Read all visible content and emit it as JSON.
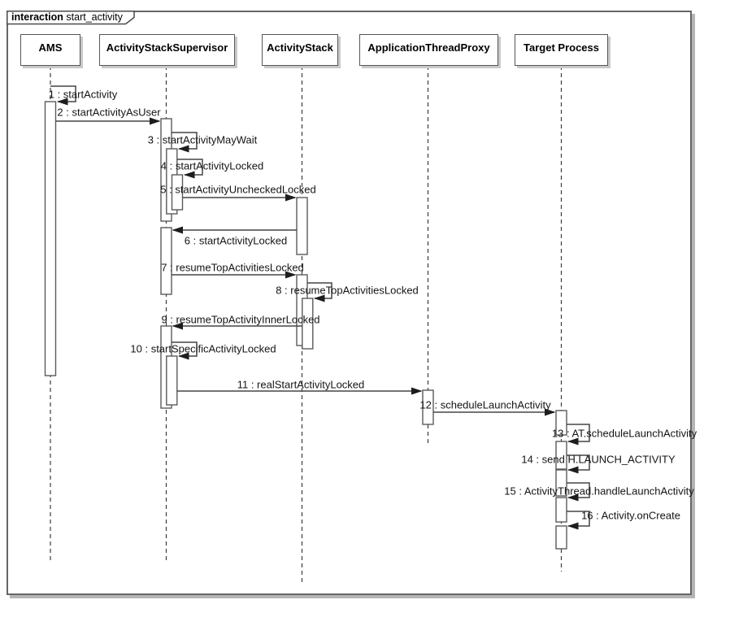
{
  "frame": {
    "keyword": "interaction",
    "name": "start_activity"
  },
  "lifelines": [
    {
      "name": "AMS"
    },
    {
      "name": "ActivityStackSupervisor"
    },
    {
      "name": "ActivityStack"
    },
    {
      "name": "ApplicationThreadProxy"
    },
    {
      "name": "Target Process"
    }
  ],
  "messages": [
    {
      "label": "1 : startActivity",
      "from": "AMS",
      "to": "AMS",
      "kind": "self"
    },
    {
      "label": "2 : startActivityAsUser",
      "from": "AMS",
      "to": "ActivityStackSupervisor",
      "kind": "call"
    },
    {
      "label": "3 : startActivityMayWait",
      "from": "ActivityStackSupervisor",
      "to": "ActivityStackSupervisor",
      "kind": "self"
    },
    {
      "label": "4 : startActivityLocked",
      "from": "ActivityStackSupervisor",
      "to": "ActivityStackSupervisor",
      "kind": "self"
    },
    {
      "label": "5 : startActivityUncheckedLocked",
      "from": "ActivityStackSupervisor",
      "to": "ActivityStack",
      "kind": "call"
    },
    {
      "label": "6 : startActivityLocked",
      "from": "ActivityStack",
      "to": "ActivityStackSupervisor",
      "kind": "call"
    },
    {
      "label": "7 : resumeTopActivitiesLocked",
      "from": "ActivityStackSupervisor",
      "to": "ActivityStack",
      "kind": "call"
    },
    {
      "label": "8 : resumeTopActivitiesLocked",
      "from": "ActivityStack",
      "to": "ActivityStack",
      "kind": "self"
    },
    {
      "label": "9 : resumeTopActivityInnerLocked",
      "from": "ActivityStack",
      "to": "ActivityStackSupervisor",
      "kind": "call"
    },
    {
      "label": "10 : startSpecificActivityLocked",
      "from": "ActivityStackSupervisor",
      "to": "ActivityStackSupervisor",
      "kind": "self"
    },
    {
      "label": "11 : realStartActivityLocked",
      "from": "ActivityStackSupervisor",
      "to": "ApplicationThreadProxy",
      "kind": "call"
    },
    {
      "label": "12 : scheduleLaunchActivity",
      "from": "ApplicationThreadProxy",
      "to": "Target Process",
      "kind": "call"
    },
    {
      "label": "13 : AT.scheduleLaunchActivity",
      "from": "Target Process",
      "to": "Target Process",
      "kind": "self"
    },
    {
      "label": "14 : send H.LAUNCH_ACTIVITY",
      "from": "Target Process",
      "to": "Target Process",
      "kind": "self"
    },
    {
      "label": "15 : ActivityThread.handleLaunchActivity",
      "from": "Target Process",
      "to": "Target Process",
      "kind": "self"
    },
    {
      "label": "16 : Activity.onCreate",
      "from": "Target Process",
      "to": "Target Process",
      "kind": "self"
    }
  ]
}
